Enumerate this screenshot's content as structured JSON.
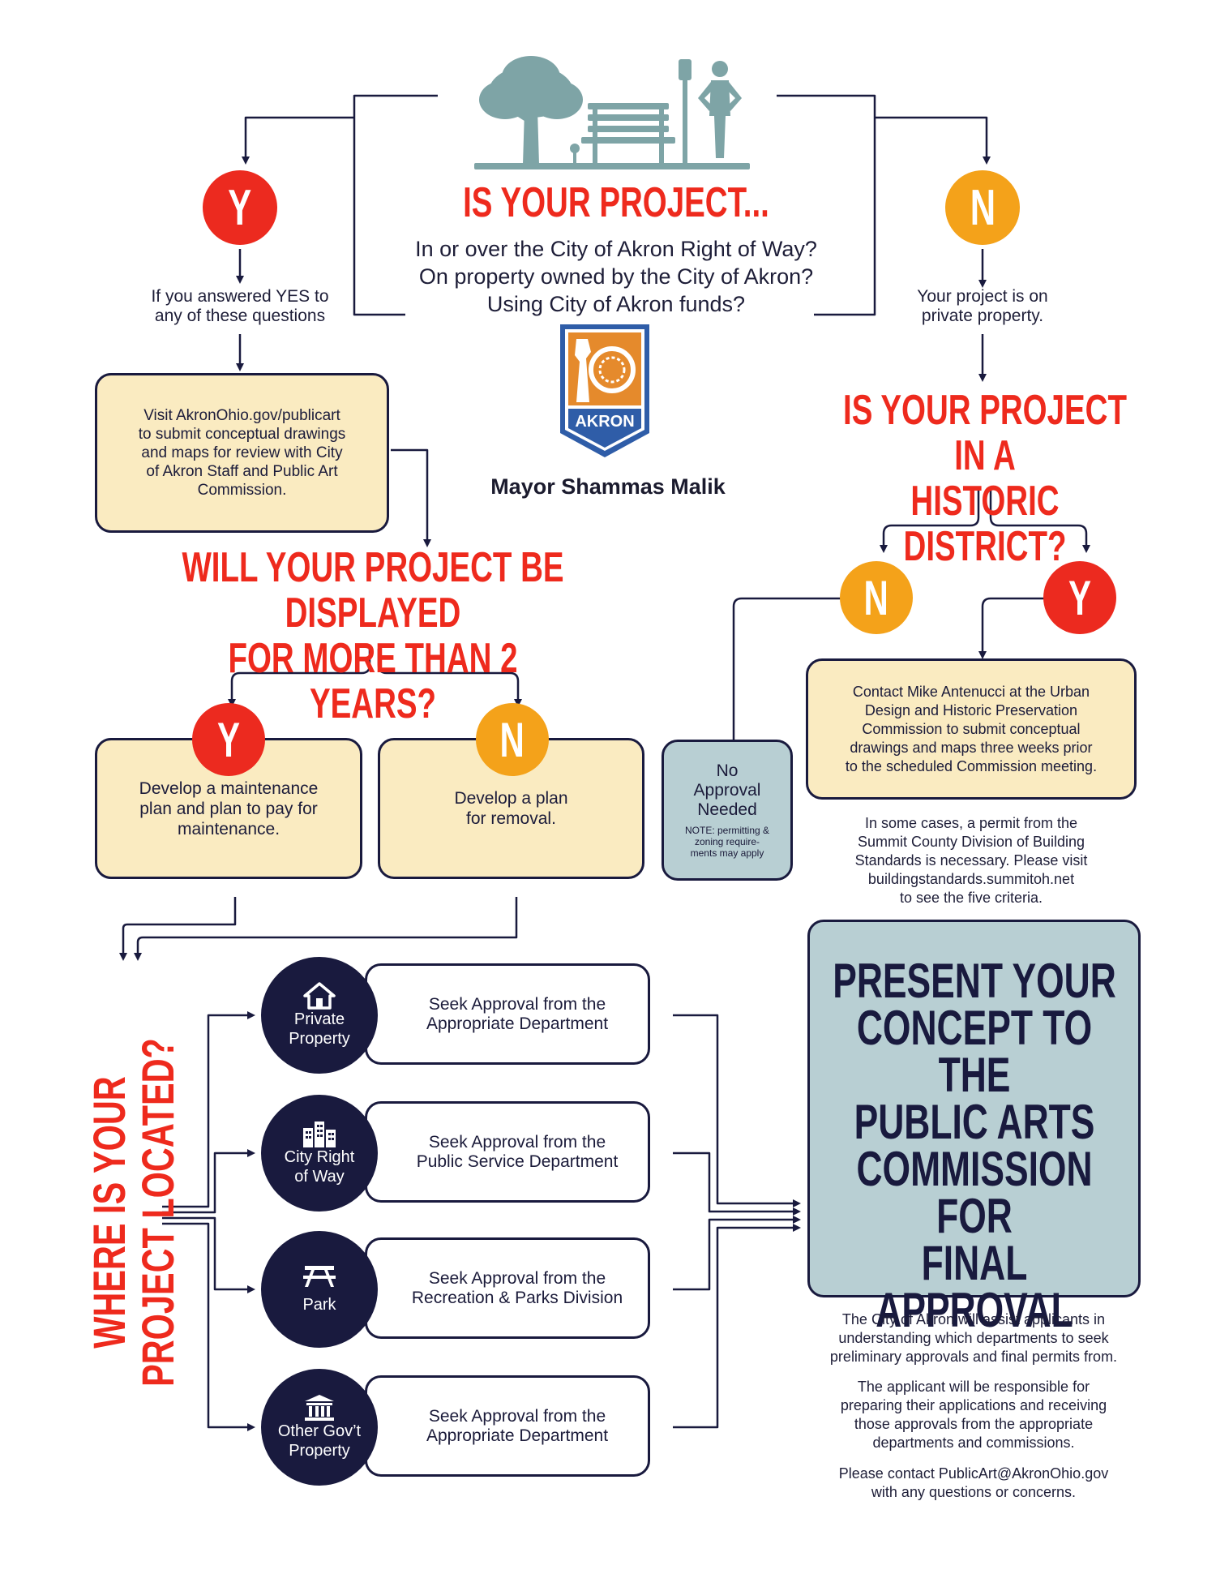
{
  "top": {
    "heading": "IS YOUR PROJECT...",
    "questions": [
      "In or over the City of Akron Right of Way?",
      "On property owned by the City of Akron?",
      "Using City of Akron funds?"
    ]
  },
  "left_branch": {
    "badge": "Y",
    "note": "If you answered YES to\nany of these questions",
    "box": "Visit AkronOhio.gov/publicart\nto submit conceptual drawings\nand maps for review with City\nof Akron Staff and Public Art\nCommission."
  },
  "right_branch": {
    "badge": "N",
    "note": "Your project is on\nprivate property."
  },
  "logo": {
    "text": "AKRON",
    "mayor": "Mayor Shammas Malik"
  },
  "historic": {
    "heading": "IS YOUR PROJECT IN A\nHISTORIC DISTRICT?",
    "no_badge": "N",
    "yes_badge": "Y",
    "no_box_title": "No\nApproval\nNeeded",
    "no_box_note": "NOTE: permitting &\nzoning require-\nments may apply",
    "yes_box": "Contact Mike Antenucci at the Urban\nDesign and Historic Preservation\nCommission to submit conceptual\ndrawings and maps three weeks prior\nto the scheduled Commission meeting.",
    "permit_note": "In some cases, a permit from the\nSummit County Division of Building\nStandards is necessary. Please visit\nbuildingstandards.summitoh.net\nto see the five criteria."
  },
  "display": {
    "heading": "WILL YOUR PROJECT BE DISPLAYED\nFOR MORE THAN 2 YEARS?",
    "yes_badge": "Y",
    "no_badge": "N",
    "yes_box": "Develop a maintenance\nplan and plan to pay for\nmaintenance.",
    "no_box": "Develop a plan\nfor removal."
  },
  "location": {
    "heading": "WHERE IS YOUR PROJECT LOCATED?",
    "items": [
      {
        "label": "Private\nProperty",
        "icon": "house-icon",
        "seek": "Seek Approval from the\nAppropriate Department"
      },
      {
        "label": "City Right\nof Way",
        "icon": "buildings-icon",
        "seek": "Seek Approval from the\nPublic Service Department"
      },
      {
        "label": "Park",
        "icon": "picnic-table-icon",
        "seek": "Seek Approval from the\nRecreation & Parks Division"
      },
      {
        "label": "Other Gov’t\nProperty",
        "icon": "government-building-icon",
        "seek": "Seek Approval from the\nAppropriate Department"
      }
    ]
  },
  "final": {
    "heading": "PRESENT YOUR\nCONCEPT TO THE\nPUBLIC ARTS\nCOMMISSION FOR\nFINAL APPROVAL",
    "icon": "presentation-icon",
    "notes": [
      "The City of Akron will assist applicants in\nunderstanding which departments to seek\npreliminary approvals and final permits from.",
      "The applicant will be responsible for\npreparing their applications and receiving\nthose approvals from the appropriate\ndepartments and commissions.",
      "Please contact PublicArt@AkronOhio.gov\nwith any questions or concerns."
    ]
  },
  "colors": {
    "red": "#ec2a1f",
    "orange": "#f4a21a",
    "navy": "#191a3e",
    "cream": "#faebc1",
    "blue_gray": "#b8cfd3",
    "teal_icon": "#7ea4a6"
  }
}
